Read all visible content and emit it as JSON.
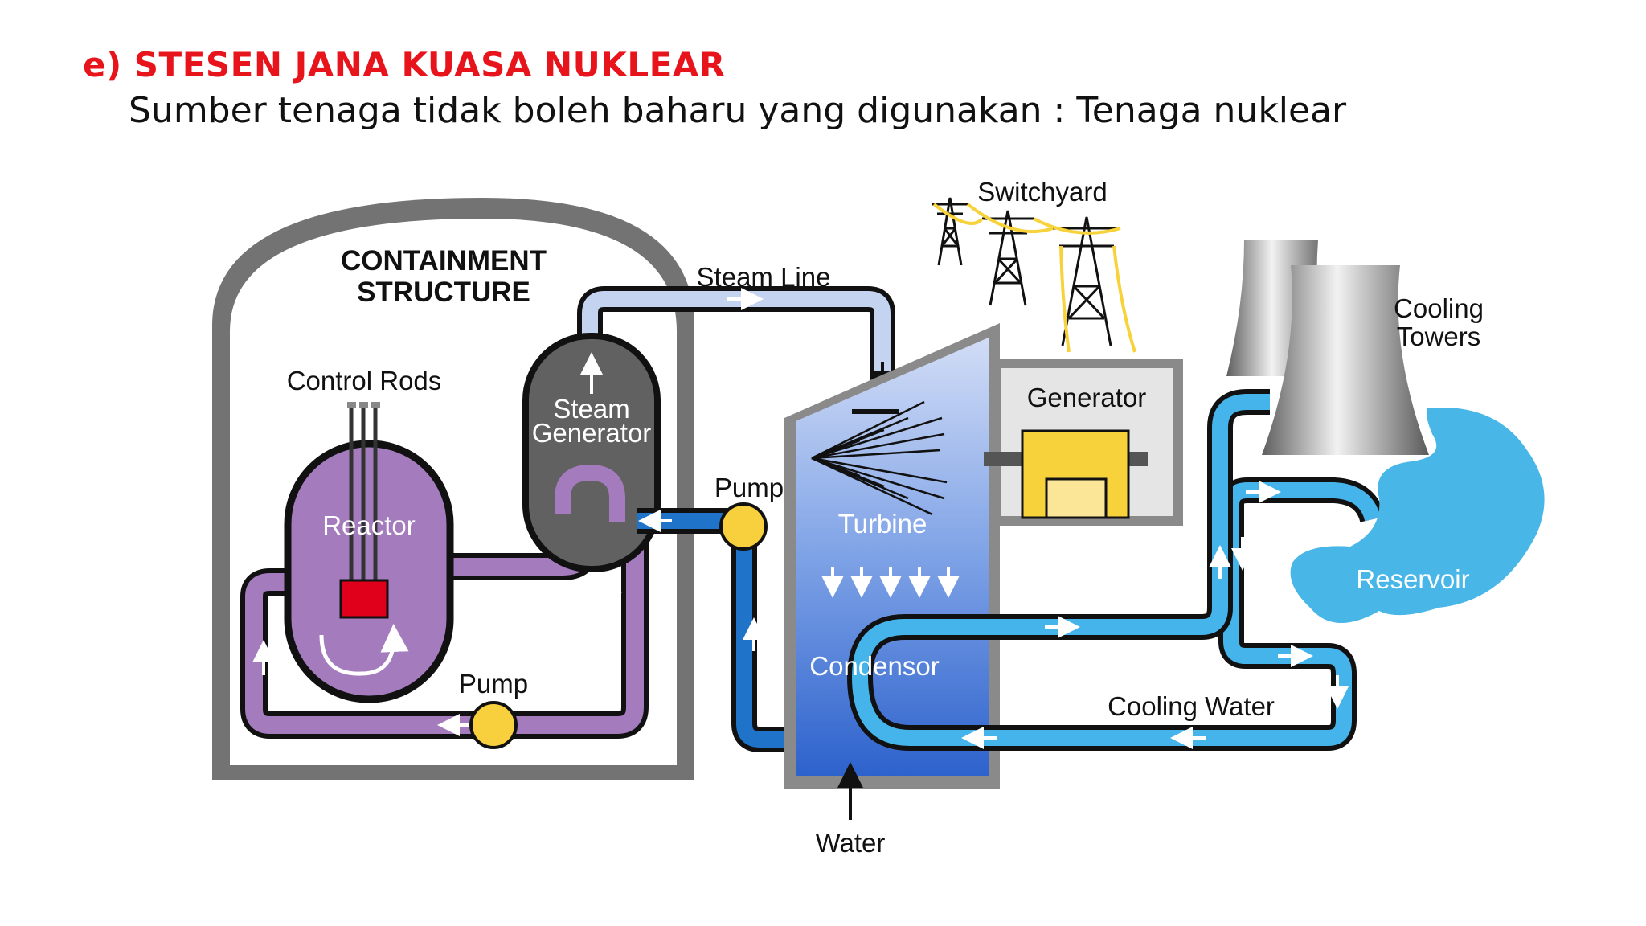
{
  "slide": {
    "title": "e) STESEN JANA KUASA NUKLEAR",
    "subtitle": "Sumber tenaga tidak boleh baharu yang digunakan : Tenaga nuklear"
  },
  "diagram": {
    "containment_line1": "CONTAINMENT",
    "containment_line2": "STRUCTURE",
    "steam_line": "Steam Line",
    "switchyard": "Switchyard",
    "cooling_towers_line1": "Cooling",
    "cooling_towers_line2": "Towers",
    "control_rods": "Control Rods",
    "steam_generator_line1": "Steam",
    "steam_generator_line2": "Generator",
    "generator": "Generator",
    "reactor": "Reactor",
    "pump_secondary": "Pump",
    "turbine": "Turbine",
    "reservoir": "Reservoir",
    "pump_primary": "Pump",
    "condensor": "Condensor",
    "cooling_water": "Cooling Water",
    "water": "Water"
  },
  "colors": {
    "title": "#e8141b",
    "containment": "#737373",
    "primary_loop": "#a47bbd",
    "steam": "#c3d3f0",
    "feedwater": "#1f73c8",
    "cooling_water": "#45b4ea",
    "pump": "#f8cf3c",
    "generator_core": "#f8d23a",
    "reactor_core": "#e0001b",
    "reservoir": "#49b6e8"
  }
}
